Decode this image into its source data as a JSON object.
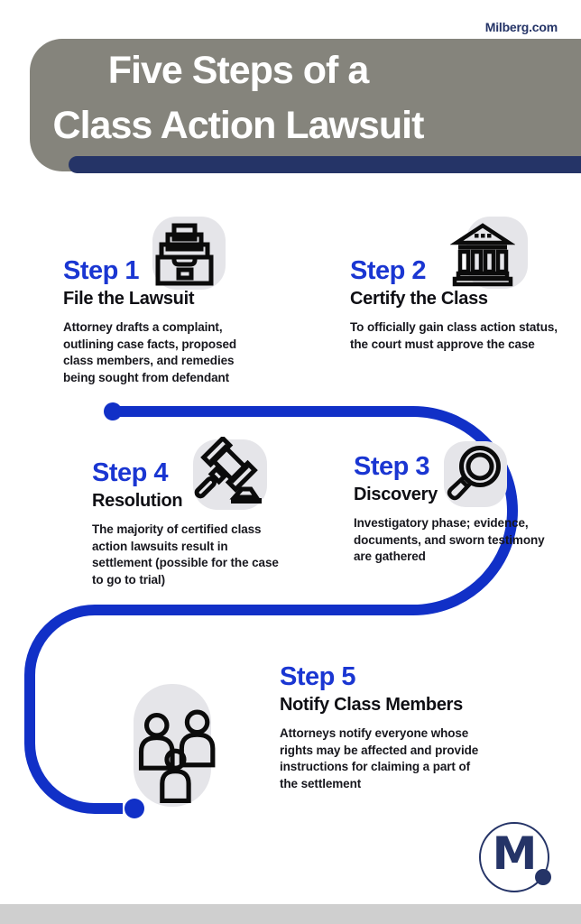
{
  "brand": {
    "site": "Milberg.com",
    "logo_letter": "M",
    "logo_icon": "m-dot-logo"
  },
  "header": {
    "title_line1": "Five Steps of a",
    "title_line2": "Class Action Lawsuit"
  },
  "steps": [
    {
      "label": "Step 1",
      "name": "File the Lawsuit",
      "description": "Attorney drafts a complaint, outlining case facts, proposed class members, and remedies being sought from defendant",
      "icon": "file-drawer-icon"
    },
    {
      "label": "Step 2",
      "name": "Certify the Class",
      "description": "To officially gain class action status, the court must approve the case",
      "icon": "courthouse-icon"
    },
    {
      "label": "Step 3",
      "name": "Discovery",
      "description": "Investigatory phase; evidence, documents, and sworn testimony are gathered",
      "icon": "magnifier-icon"
    },
    {
      "label": "Step 4",
      "name": "Resolution",
      "description": "The majority of certified class action lawsuits result in settlement (possible for the case to go to trial)",
      "icon": "gavel-icon"
    },
    {
      "label": "Step 5",
      "name": "Notify Class Members",
      "description": "Attorneys notify everyone whose rights may be affected and provide instructions for claiming a part of the settlement",
      "icon": "people-icon"
    }
  ],
  "colors": {
    "accent_blue": "#1a36d2",
    "path_blue": "#1130c7",
    "navy": "#253467",
    "header_gray": "#85847c",
    "icon_bg_gray": "#e5e5e9",
    "footer_gray": "#cfcfcf"
  }
}
